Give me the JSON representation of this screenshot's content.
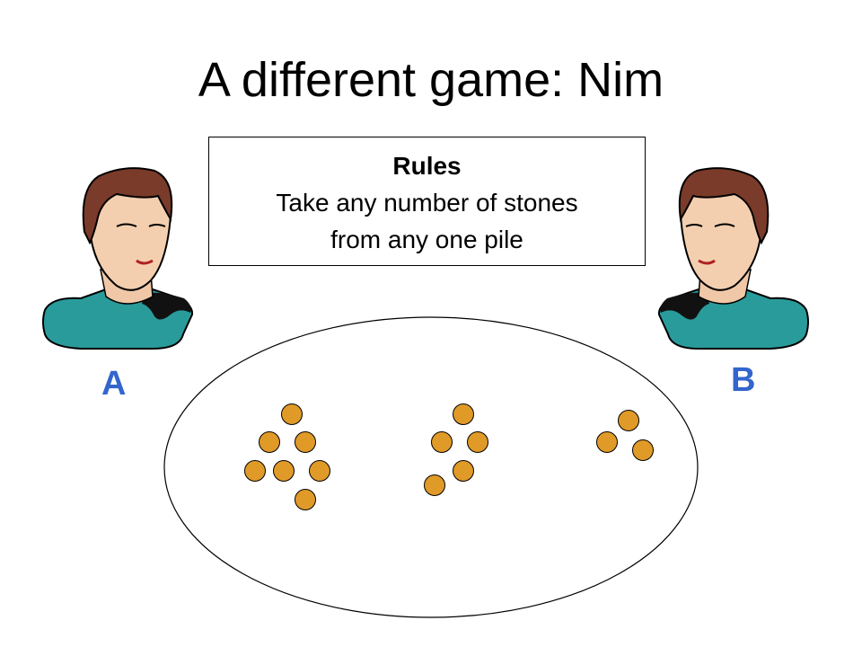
{
  "slide": {
    "title": "A different game: Nim"
  },
  "rules": {
    "heading": "Rules",
    "line1": "Take any number of stones",
    "line2": "from any one pile"
  },
  "players": {
    "a_label": "A",
    "b_label": "B"
  },
  "piles": [
    {
      "name": "pile-1",
      "stones": 7
    },
    {
      "name": "pile-2",
      "stones": 5
    },
    {
      "name": "pile-3",
      "stones": 3
    }
  ],
  "colors": {
    "player_label": "#3366cc",
    "stone_fill": "#e09a28",
    "stone_stroke": "#000000",
    "shirt": "#2a9b9b",
    "hair": "#7a3b2a"
  }
}
